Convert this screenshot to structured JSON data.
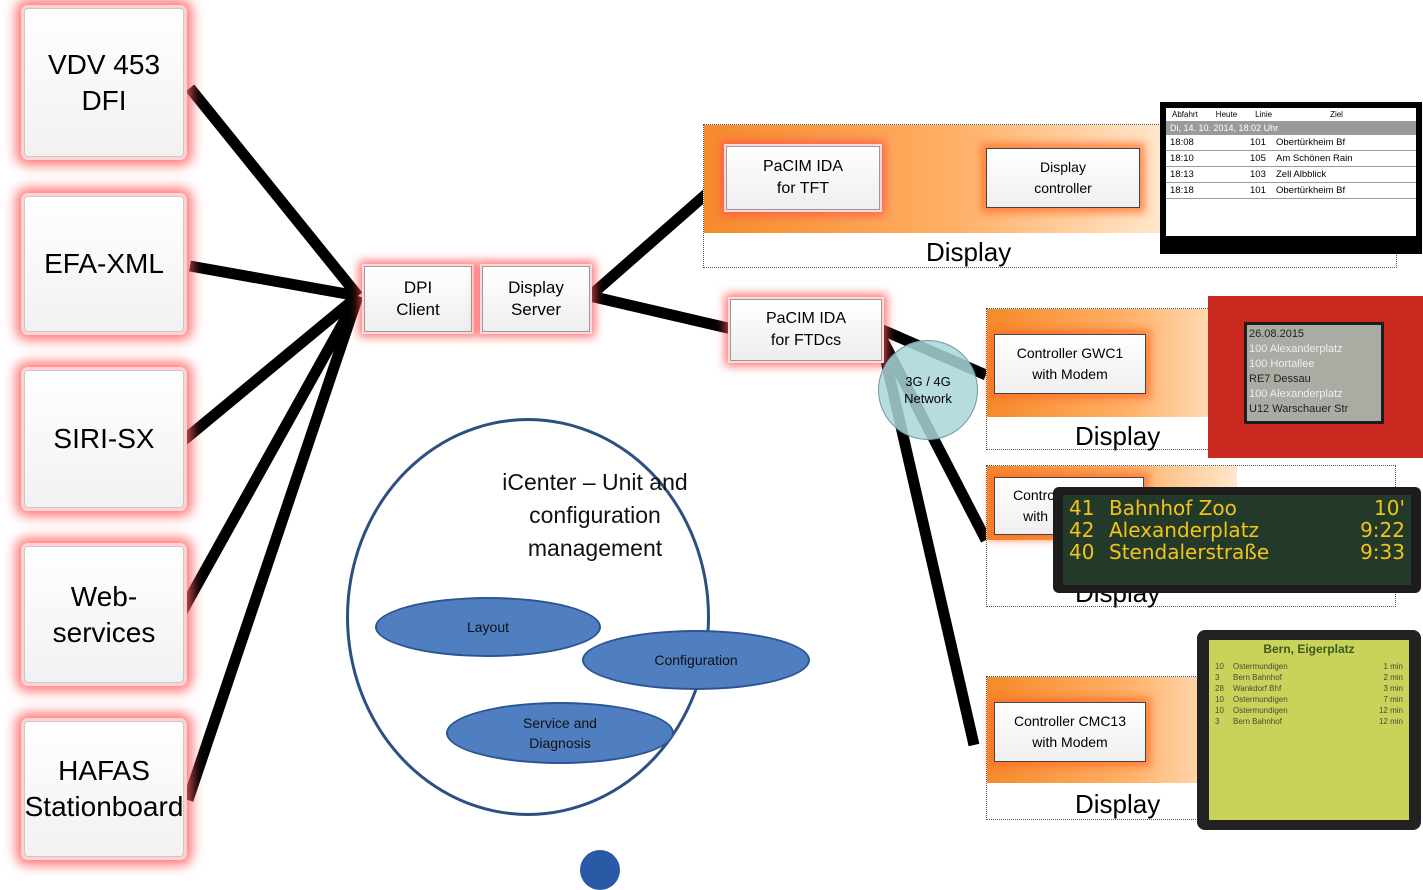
{
  "sources": [
    {
      "label": "VDV 453\nDFI"
    },
    {
      "label": "EFA-XML"
    },
    {
      "label": "SIRI-SX"
    },
    {
      "label": "Web-\nservices"
    },
    {
      "label": "HAFAS\nStationboard"
    }
  ],
  "center": {
    "dpi_client": "DPI\nClient",
    "display_server": "Display\nServer"
  },
  "pacim": {
    "tft": "PaCIM IDA\nfor TFT",
    "ftdcs": "PaCIM IDA\nfor FTDcs"
  },
  "network": {
    "label": "3G / 4G\nNetwork"
  },
  "panels": {
    "tft": {
      "controller": "Display\ncontroller",
      "label": "Display"
    },
    "gwc1": {
      "controller": "Controller GWC1\nwith Modem",
      "label": "Display"
    },
    "second": {
      "controller": "Controller\nwith M",
      "label": "Display"
    },
    "cmc13": {
      "controller": "Controller CMC13\nwith Modem",
      "label": "Display"
    }
  },
  "icenter": {
    "title": "iCenter – Unit and\nconfiguration\nmanagement",
    "items": [
      "Layout",
      "Configuration",
      "Service and\nDiagnosis"
    ]
  },
  "tft_screen": {
    "headers": [
      "Abfahrt",
      "Heute",
      "Linie",
      "Ziel"
    ],
    "date": "Di, 14. 10. 2014, 18:02 Uhr",
    "rows": [
      {
        "time": "18:08",
        "line": "101",
        "dest": "Obertürkheim Bf"
      },
      {
        "time": "18:10",
        "line": "105",
        "dest": "Am Schönen Rain"
      },
      {
        "time": "18:13",
        "line": "103",
        "dest": "Zell Albblick"
      },
      {
        "time": "18:18",
        "line": "101",
        "dest": "Obertürkheim Bf"
      }
    ]
  },
  "gwc1_screen": {
    "lines": [
      "26.08.2015",
      "100  Alexanderplatz",
      "100  Hortallee",
      "RE7 Dessau",
      "100  Alexanderplatz",
      "U12 Warschauer Str"
    ]
  },
  "led_screen": {
    "rows": [
      {
        "line": "41",
        "dest": "Bahnhof Zoo",
        "time": "10'"
      },
      {
        "line": "42",
        "dest": "Alexanderplatz",
        "time": "9:22"
      },
      {
        "line": "40",
        "dest": "Stendalerstraße",
        "time": "9:33"
      }
    ]
  },
  "cmc13_screen": {
    "title": "Bern, Eigerplatz",
    "rows": [
      {
        "line": "10",
        "dest": "Ostermundigen",
        "time": "1 min"
      },
      {
        "line": "3",
        "dest": "Bern Bahnhof",
        "time": "2 min"
      },
      {
        "line": "28",
        "dest": "Wankdorf Bhf",
        "time": "3 min"
      },
      {
        "line": "10",
        "dest": "Ostermundigen",
        "time": "7 min"
      },
      {
        "line": "10",
        "dest": "Ostermundigen",
        "time": "12 min"
      },
      {
        "line": "3",
        "dest": "Bern Bahnhof",
        "time": "12 min"
      }
    ]
  },
  "colors": {
    "ellipse": "#4f7fc0",
    "orange": "#f58a2a",
    "led": "#f2c418",
    "glow": "#ff5a5a"
  }
}
